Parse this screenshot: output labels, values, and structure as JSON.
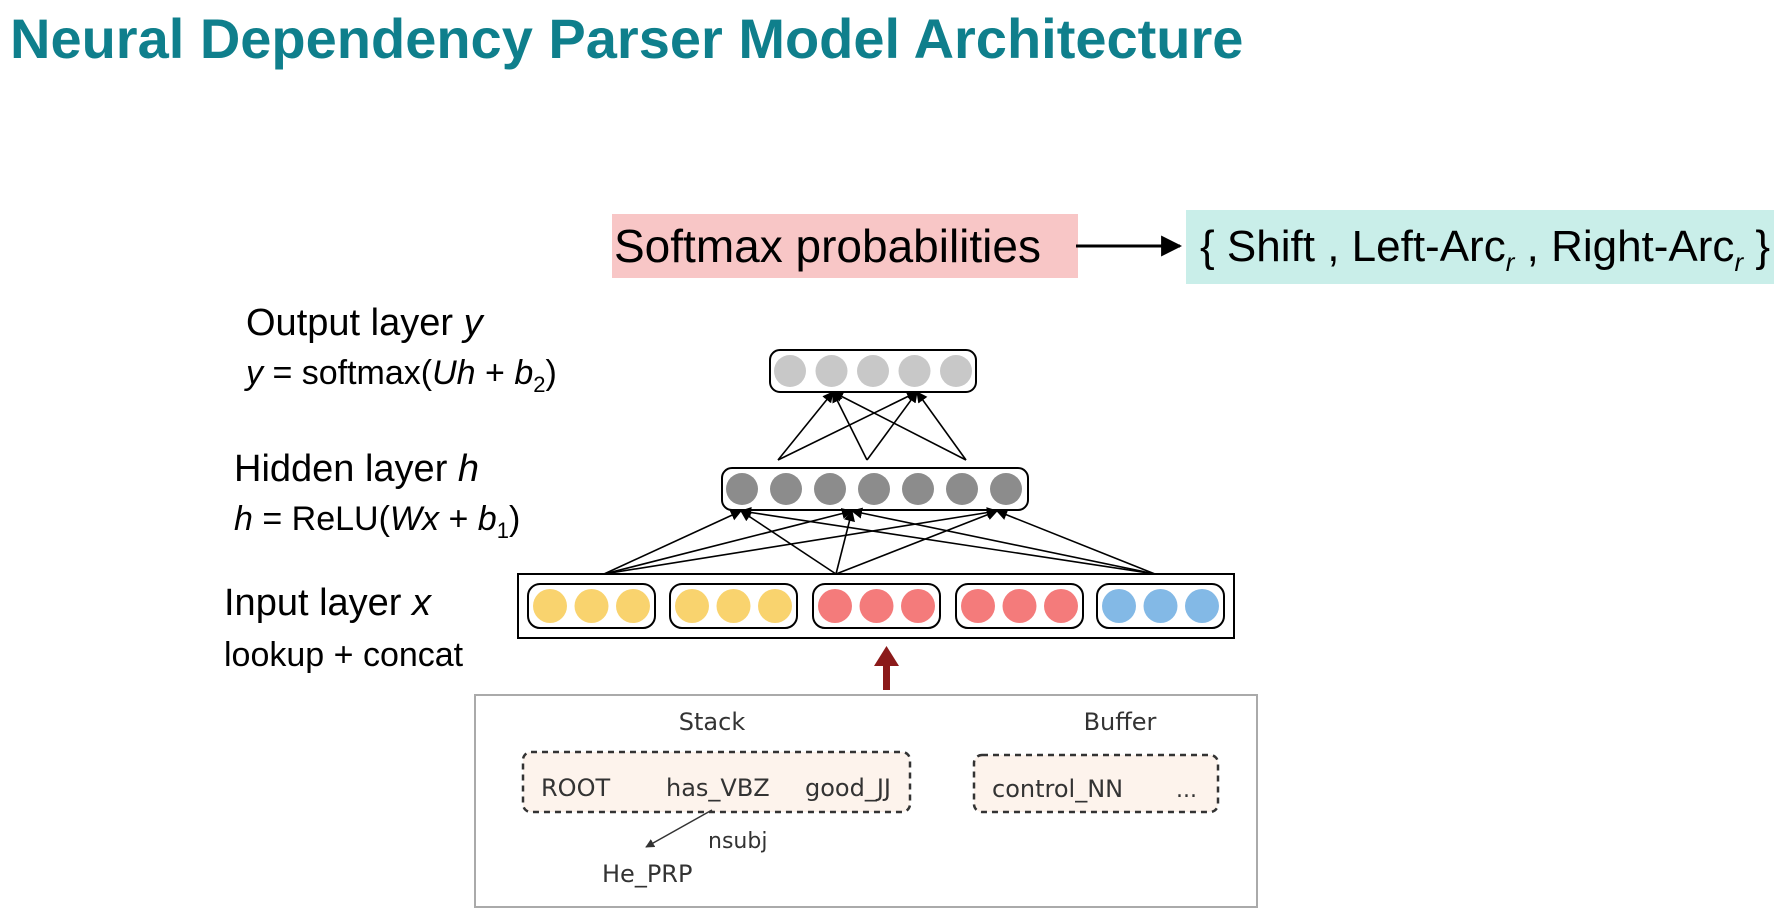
{
  "title": "Neural Dependency Parser Model Architecture",
  "softmax_label": "Softmax probabilities",
  "output_set": {
    "open": "{ ",
    "shift": "Shift",
    "sep1": " , ",
    "left_arc": "Left-Arc",
    "sep2": " , ",
    "right_arc": "Right-Arc",
    "sub": "r",
    "close": " }"
  },
  "layers": {
    "output": {
      "label": "Output layer ",
      "var": "y",
      "eq_var": "y",
      "eq_mid": " = softmax(",
      "eq_w": "Uh",
      "eq_plus": " + ",
      "eq_b": "b",
      "eq_sub": "2",
      "eq_close": ")"
    },
    "hidden": {
      "label": "Hidden layer ",
      "var": "h",
      "eq_var": "h",
      "eq_mid": " = ReLU(",
      "eq_w": "Wx",
      "eq_plus": " + ",
      "eq_b": "b",
      "eq_sub": "1",
      "eq_close": ")"
    },
    "input": {
      "label": "Input layer ",
      "var": "x",
      "eq_text": "lookup + concat"
    }
  },
  "colors": {
    "title": "#0f7f8c",
    "softmax_bg": "#f8c6c6",
    "output_bg": "#c9eee9",
    "output_node": "#c8c8c8",
    "hidden_node": "#8c8c8c",
    "yellow": "#f9d36e",
    "red": "#f47b7b",
    "blue": "#83b9e6",
    "arrow_red": "#8b1a1a",
    "parser_box_fill": "#fdf3ec"
  },
  "nodes": {
    "output_count": 5,
    "hidden_count": 7,
    "input_groups": [
      "yellow",
      "yellow",
      "red",
      "red",
      "blue"
    ],
    "per_group": 3
  },
  "parser": {
    "stack_label": "Stack",
    "buffer_label": "Buffer",
    "stack_items": [
      "ROOT",
      "has_VBZ",
      "good_JJ"
    ],
    "buffer_items": [
      "control_NN",
      "..."
    ],
    "arc_label": "nsubj",
    "child": "He_PRP"
  }
}
